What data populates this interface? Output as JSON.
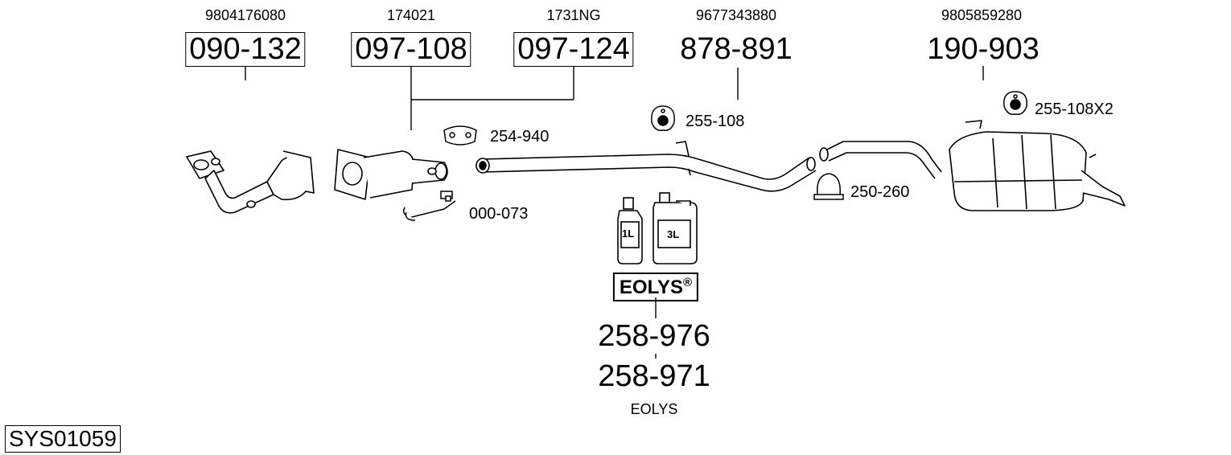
{
  "diagram_id": "SYS01059",
  "parts": [
    {
      "ref": "9804176080",
      "number": "090-132",
      "boxed": true
    },
    {
      "ref": "174021",
      "number": "097-108",
      "boxed": true
    },
    {
      "ref": "1731NG",
      "number": "097-124",
      "boxed": true
    },
    {
      "ref": "9677343880",
      "number": "878-891",
      "boxed": false
    },
    {
      "ref": "9805859280",
      "number": "190-903",
      "boxed": false
    }
  ],
  "fittings": {
    "clamp_254": "254-940",
    "sensor_000": "000-073",
    "rubber_255": "255-108",
    "rubber_255_x2": "255-108X2",
    "clamp_250": "250-260"
  },
  "additive": {
    "bottle_small": "1L",
    "bottle_large": "3L",
    "brand": "EOLYS",
    "brand_mark": "®",
    "number_1": "258-976",
    "number_2": "258-971",
    "caption": "EOLYS"
  }
}
